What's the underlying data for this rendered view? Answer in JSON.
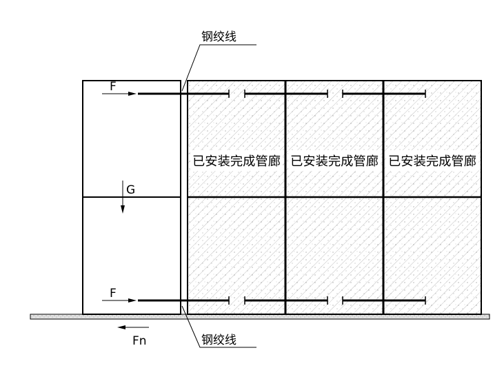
{
  "labels": {
    "cable_top": "钢绞线",
    "cable_bottom": "钢绞线",
    "force_top": "F",
    "force_bottom": "F",
    "gravity": "G",
    "friction": "Fn"
  },
  "segments": [
    {
      "label": "已安装完成管廊"
    },
    {
      "label": "已安装完成管廊"
    },
    {
      "label": "已安装完成管廊"
    }
  ],
  "colors": {
    "line": "#000000",
    "hatch": "#9a9a9a",
    "fill": "#ffffff",
    "ground": "#d8d8d8"
  }
}
